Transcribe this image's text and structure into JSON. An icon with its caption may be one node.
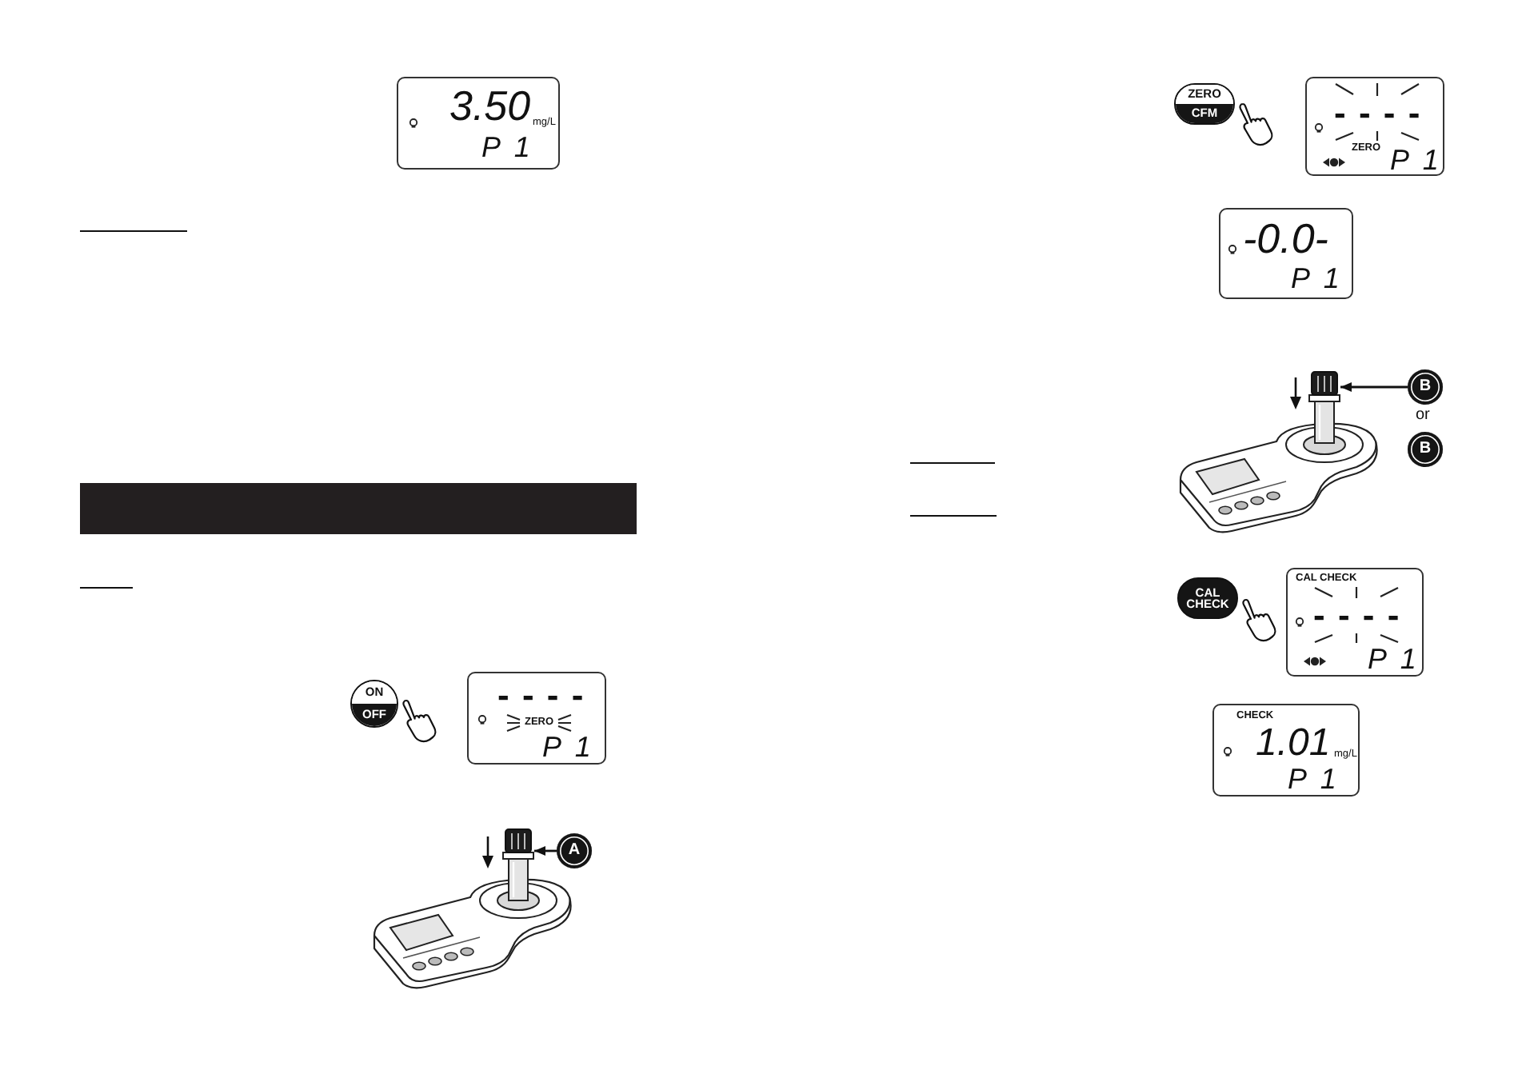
{
  "diagram": {
    "nodes": [
      {
        "text": [
          "3.50",
          "mg/L",
          "P 1"
        ]
      },
      {
        "text": [],
        "shape": "bar"
      },
      {
        "text": [
          "ON",
          "OFF"
        ]
      },
      {
        "text": [
          "- - - -",
          "ZERO",
          "P 1"
        ]
      },
      {
        "text": [],
        "shape": "picture"
      },
      {
        "text": [
          "A"
        ]
      },
      {
        "text": [
          "ZERO",
          "CFM"
        ]
      },
      {
        "text": [
          "- - - -",
          "ZERO",
          "P 1"
        ]
      },
      {
        "text": [
          "-0.0-",
          "P 1"
        ]
      },
      {
        "text": [],
        "shape": "picture"
      },
      {
        "text": [
          "B"
        ]
      },
      {
        "text": [
          "B"
        ]
      },
      {
        "text": [
          "CAL CHECK"
        ]
      },
      {
        "text": [
          "CAL CHECK",
          "- - - -",
          "P 1"
        ]
      },
      {
        "text": [
          "CHECK",
          "1.01",
          "mg/L",
          "P 1"
        ]
      }
    ],
    "edges": [
      {
        "from": 5,
        "to": 4,
        "arrow": "to"
      },
      {
        "from": 10,
        "to": 9,
        "arrow": "to"
      }
    ],
    "labels": [
      "or"
    ]
  }
}
